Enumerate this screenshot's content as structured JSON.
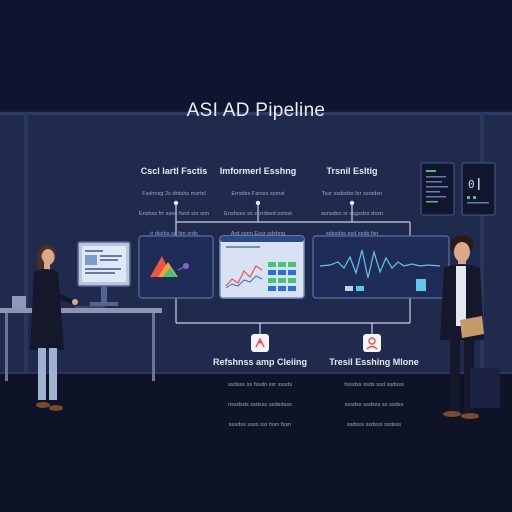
{
  "diagram": {
    "title": "ASI AD Pipeline",
    "top_stages": [
      {
        "label": "Cscl lartl Fsctis",
        "desc": [
          "Fsshnsg 2s drdshs msrtsl",
          "Enshss frr ssee fsnd ssr snn",
          "ir dsshs ss fsn srds"
        ]
      },
      {
        "label": "Imformerl Esshng",
        "desc": [
          "Errsdss Fsrsss ssmst",
          "Enshses ss ssrrdsed ssmst",
          "Ard ssnn Essr sdshng"
        ]
      },
      {
        "label": "Trsnil Esltig",
        "desc": [
          "Tssr ssdsdss fsr ssrsdsn",
          "ssnsdsn sr ssgsdss dssn",
          "sdssdss ssd ssds fsn"
        ]
      }
    ],
    "bottom_stages": [
      {
        "label": "Refshnss amp Cleiing",
        "desc": [
          "ssdsss ss fssdn ssr sssds",
          "nssdsds ssdsss ssdsdsss",
          "sssdss ssss ssr fssn fssn"
        ]
      },
      {
        "label": "Tresil Esshing Mlone",
        "desc": [
          "hssdss ssds ssd ssdsss",
          "sssdss ssdsss ss ssdss",
          "ssdsss ssdsss ssdsss"
        ]
      }
    ],
    "colors": {
      "background": "#141a33",
      "window": "#202a4d",
      "panel_border": "#5b6fa8",
      "connector": "#c9cfe0",
      "accent_cyan": "#5ec8e8",
      "accent_red": "#e8574a",
      "accent_green": "#4fbf7a",
      "accent_orange": "#f2a23a",
      "accent_purple": "#8a63d2"
    }
  }
}
